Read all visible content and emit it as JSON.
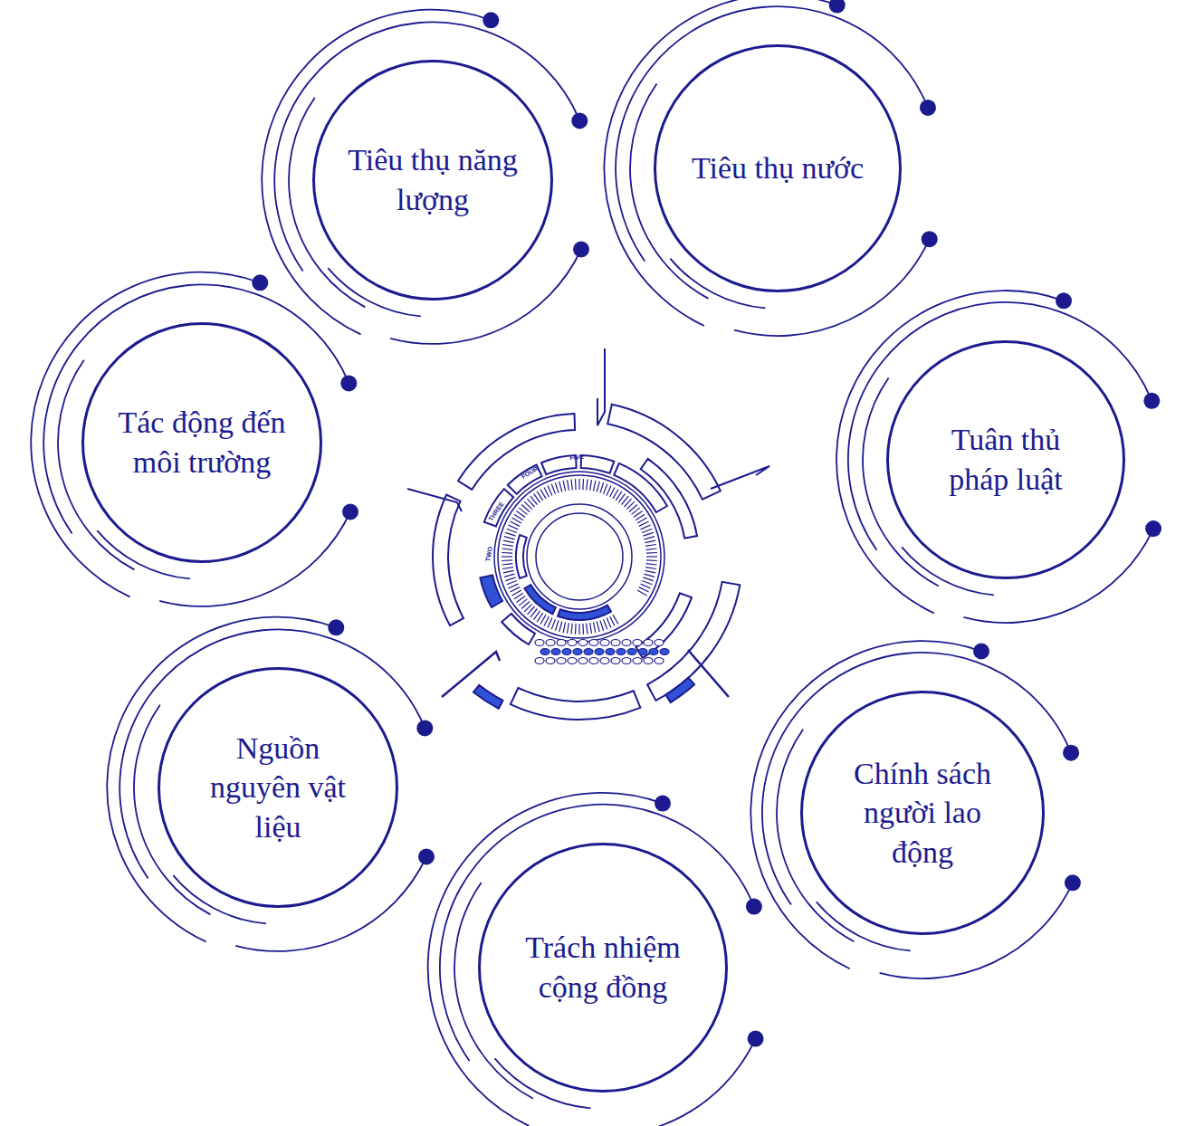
{
  "diagram": {
    "nodes": [
      {
        "text": [
          "Tiêu thụ năng lượng"
        ]
      },
      {
        "text": [
          "Tiêu thụ nước"
        ]
      },
      {
        "text": [
          "Tác động đến môi trường"
        ]
      },
      {
        "text": [
          "Tuân thủ pháp luật"
        ]
      },
      {
        "text": [
          "Nguồn nguyên vật liệu"
        ]
      },
      {
        "text": [
          "Chính sách người lao động"
        ]
      },
      {
        "text": [
          "Trách nhiệm cộng đồng"
        ]
      }
    ],
    "labels": [
      "TWO",
      "THREE",
      "FOUR",
      "FIVE"
    ]
  }
}
